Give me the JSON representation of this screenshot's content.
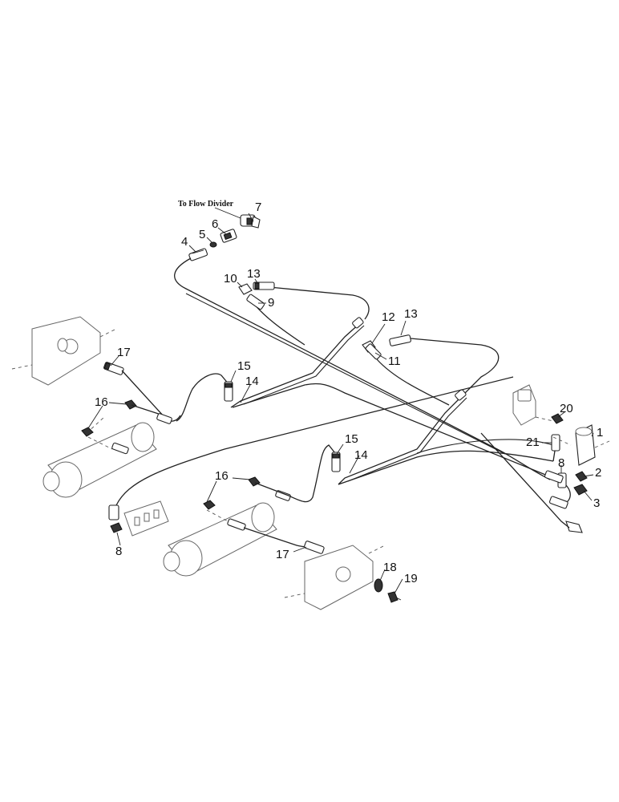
{
  "diagram": {
    "caption": "To Flow Divider",
    "callouts": [
      "1",
      "2",
      "3",
      "4",
      "5",
      "6",
      "7",
      "8",
      "8",
      "9",
      "10",
      "11",
      "12",
      "13",
      "13",
      "14",
      "14",
      "15",
      "15",
      "16",
      "16",
      "17",
      "17",
      "18",
      "19",
      "20",
      "21"
    ]
  }
}
